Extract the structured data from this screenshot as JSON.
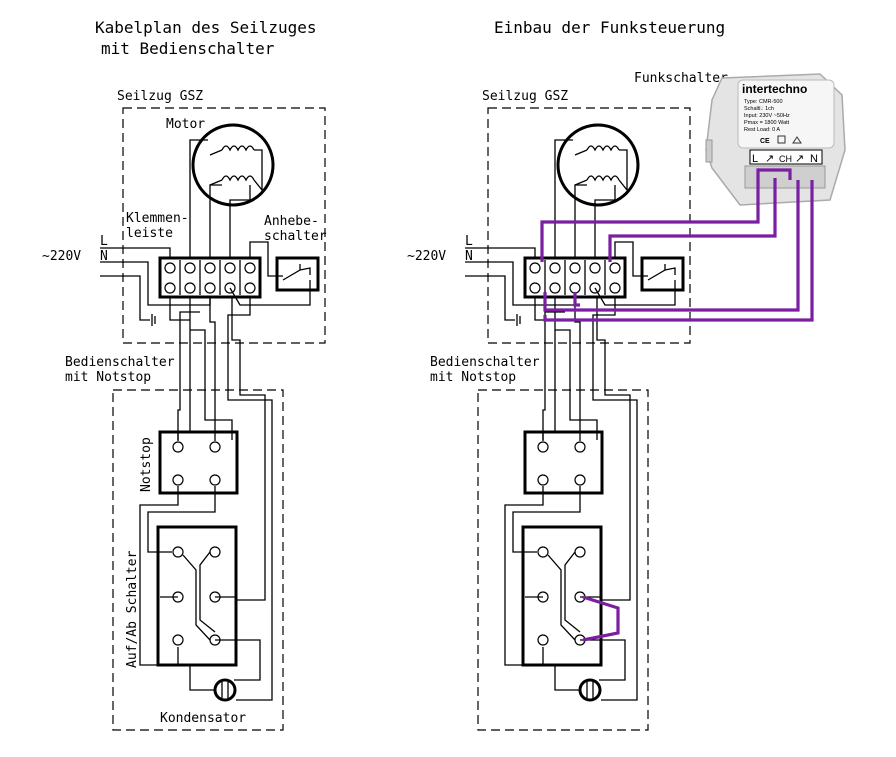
{
  "left": {
    "title_line1": "Kabelplan des Seilzuges",
    "title_line2": "mit Bedienschalter"
  },
  "right": {
    "title": "Einbau der Funksteuerung",
    "funkschalter_label": "Funkschalter"
  },
  "labels": {
    "seilzug": "Seilzug GSZ",
    "motor": "Motor",
    "klemmen1": "Klemmen-",
    "klemmen2": "leiste",
    "anhebe1": "Anhebe-",
    "anhebe2": "schalter",
    "voltage": "~220V",
    "L": "L",
    "N": "N",
    "bedien1": "Bedienschalter",
    "bedien2": "mit Notstop",
    "notstop": "Notstop",
    "aufab": "Auf/Ab Schalter",
    "kondensator": "Kondensator"
  },
  "module": {
    "brand": "intertechno",
    "line1": "Type: CMR-500",
    "line2": "Schaltl.: 1ch",
    "line3": "Input: 230V ~50Hz",
    "line4": "Pmax = 1800 Watt",
    "line5": "Rest Load: 0 A",
    "ce": "CE",
    "terminals": [
      "L",
      "↗",
      "CH",
      "↗",
      "N"
    ]
  },
  "colors": {
    "wire": "#000000",
    "radio_wire": "#7a1fa2"
  }
}
